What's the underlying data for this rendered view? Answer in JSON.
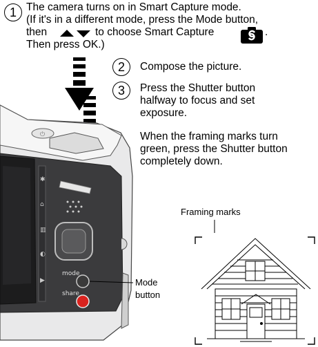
{
  "step1": {
    "number": "1",
    "line1": "The camera turns on in Smart Capture mode.",
    "line2": "(If it's in a different mode, press the Mode button,",
    "line3_pre": "then",
    "line3_post": "to choose Smart Capture",
    "line3_end": ".",
    "line4": "Then press OK.)"
  },
  "step2": {
    "number": "2",
    "text": "Compose the picture."
  },
  "step3": {
    "number": "3",
    "lines": [
      "Press the Shutter button",
      "halfway to focus and set",
      "exposure."
    ],
    "note_lines": [
      "When the framing marks turn",
      "green, press the Shutter button",
      "completely down."
    ]
  },
  "callouts": {
    "framing_marks": "Framing marks",
    "mode_button": [
      "Mode",
      "button"
    ],
    "camera_mode_label": "mode",
    "camera_share_label": "share"
  },
  "icons": {
    "arrows": "up-down-arrows-icon",
    "smart_capture": "smart-capture-camera-icon",
    "press_arrow": "press-down-arrow-icon",
    "house": "house-illustration"
  },
  "colors": {
    "text": "#000000",
    "share_button": "#d9231f",
    "camera_body": "#3b3b3d"
  }
}
